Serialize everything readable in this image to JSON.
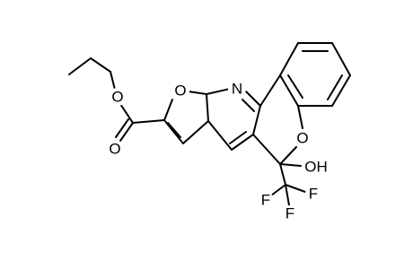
{
  "structure": {
    "atoms": {
      "ring_oxygen_furan": "O",
      "ring_nitrogen": "N",
      "ester_oxygen_single": "O",
      "ester_oxygen_carbonyl": "O",
      "ring_oxygen_chromene": "O",
      "hydroxyl": "OH",
      "fluorine_left": "F",
      "fluorine_right": "F",
      "fluorine_bottom": "F"
    }
  }
}
